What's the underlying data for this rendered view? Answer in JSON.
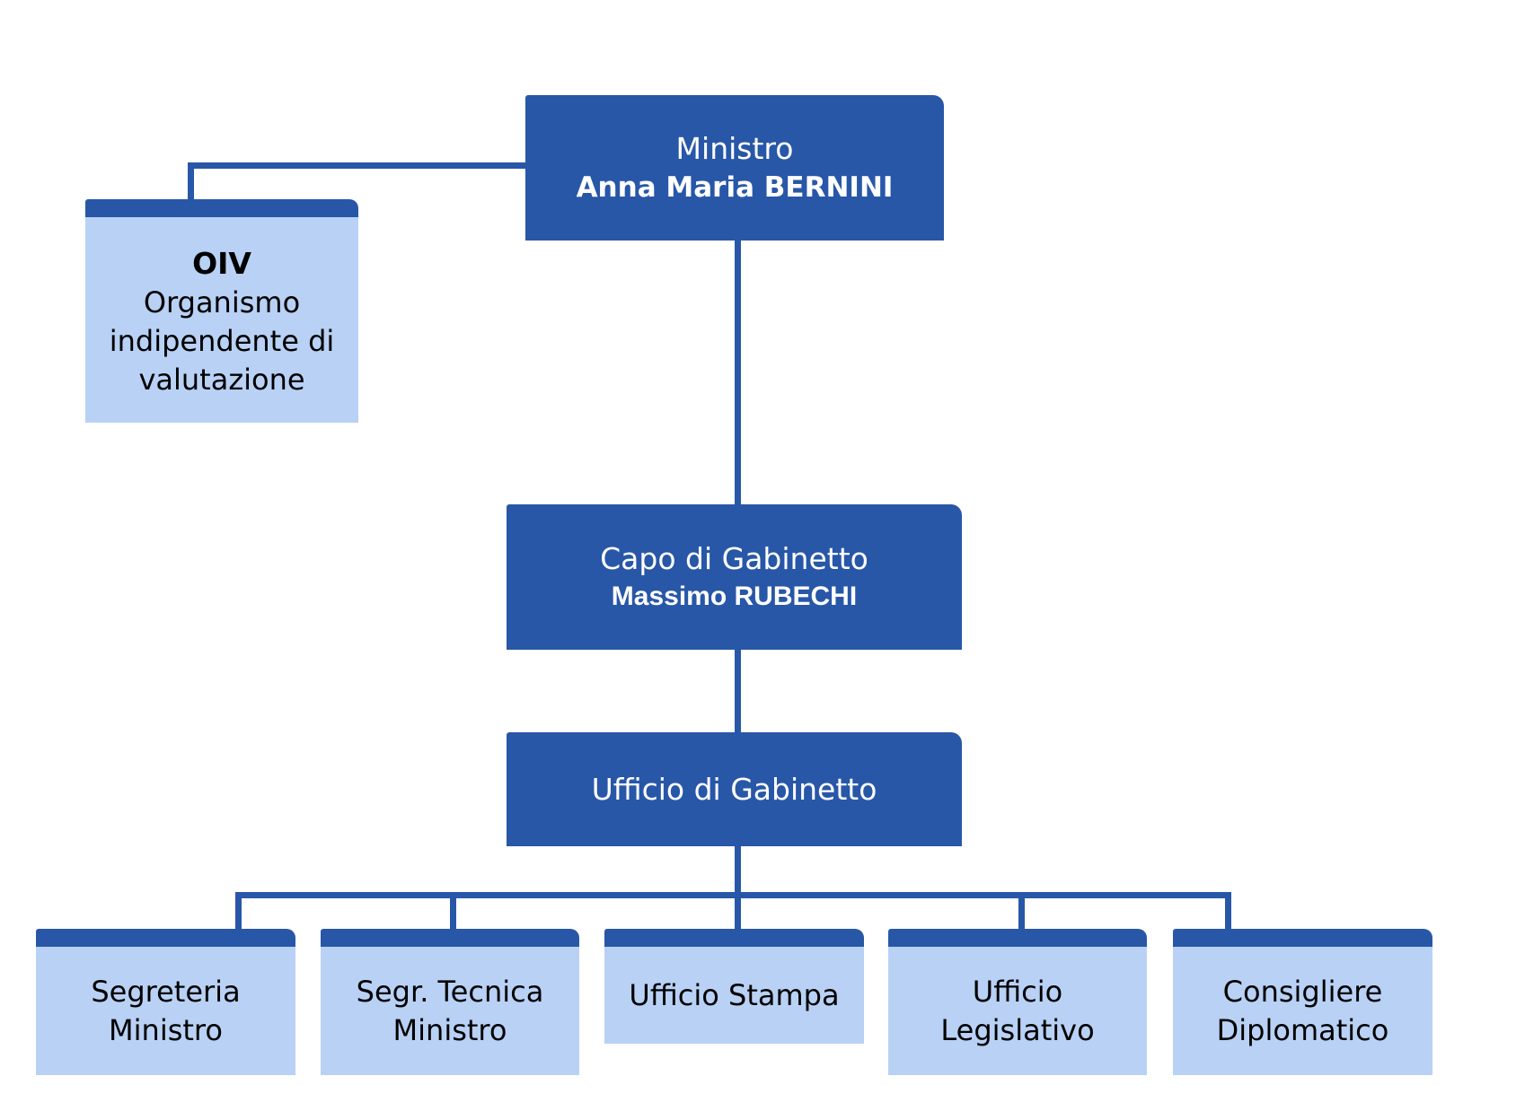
{
  "ministro": {
    "role": "Ministro",
    "name": "Anna Maria BERNINI"
  },
  "oiv": {
    "abbr": "OIV",
    "lines": [
      "Organismo",
      "indipendente di",
      "valutazione"
    ]
  },
  "capo_gabinetto": {
    "role": "Capo di Gabinetto",
    "name": "Massimo RUBECHI"
  },
  "ufficio_gabinetto": {
    "label": "Ufficio di Gabinetto"
  },
  "offices": [
    {
      "lines": [
        "Segreteria",
        "Ministro"
      ]
    },
    {
      "lines": [
        "Segr. Tecnica",
        "Ministro"
      ]
    },
    {
      "lines": [
        "Ufficio Stampa"
      ]
    },
    {
      "lines": [
        "Ufficio",
        "Legislativo"
      ]
    },
    {
      "lines": [
        "Consigliere",
        "Diplomatico"
      ]
    }
  ],
  "colors": {
    "dark_box": "#2857a8",
    "light_box": "#b8d1f5",
    "connector": "#2857a8"
  }
}
